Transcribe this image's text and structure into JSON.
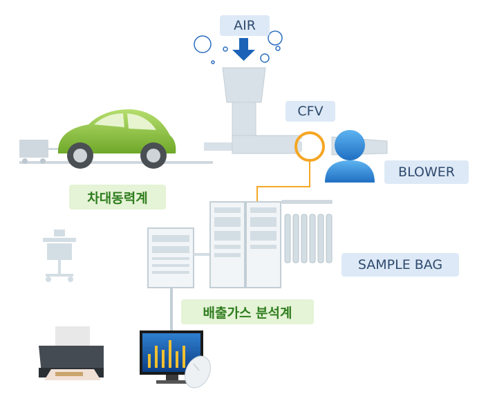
{
  "labels": {
    "air": "AIR",
    "cfv": "CFV",
    "blower": "BLOWER",
    "sample_bag": "SAMPLE BAG",
    "dynamometer": "차대동력계",
    "exhaust_analyzer": "배출가스 분석계"
  },
  "colors": {
    "label_blue_bg": "#dde9f6",
    "label_green_bg": "#e5f3d6",
    "label_green_text": "#2f7d1f",
    "equipment_gray": "#d3dde4",
    "car_green": "#8cc63f",
    "arrow_blue": "#1c63b8",
    "cfv_orange": "#f5a623",
    "blower_blue": "#2f8de0"
  },
  "icons": [
    "air-bubbles-icon",
    "down-arrow-icon",
    "car-icon",
    "trailer-icon",
    "person-icon",
    "printer-icon",
    "monitor-icon",
    "mouse-icon",
    "sensor-stand-icon"
  ]
}
